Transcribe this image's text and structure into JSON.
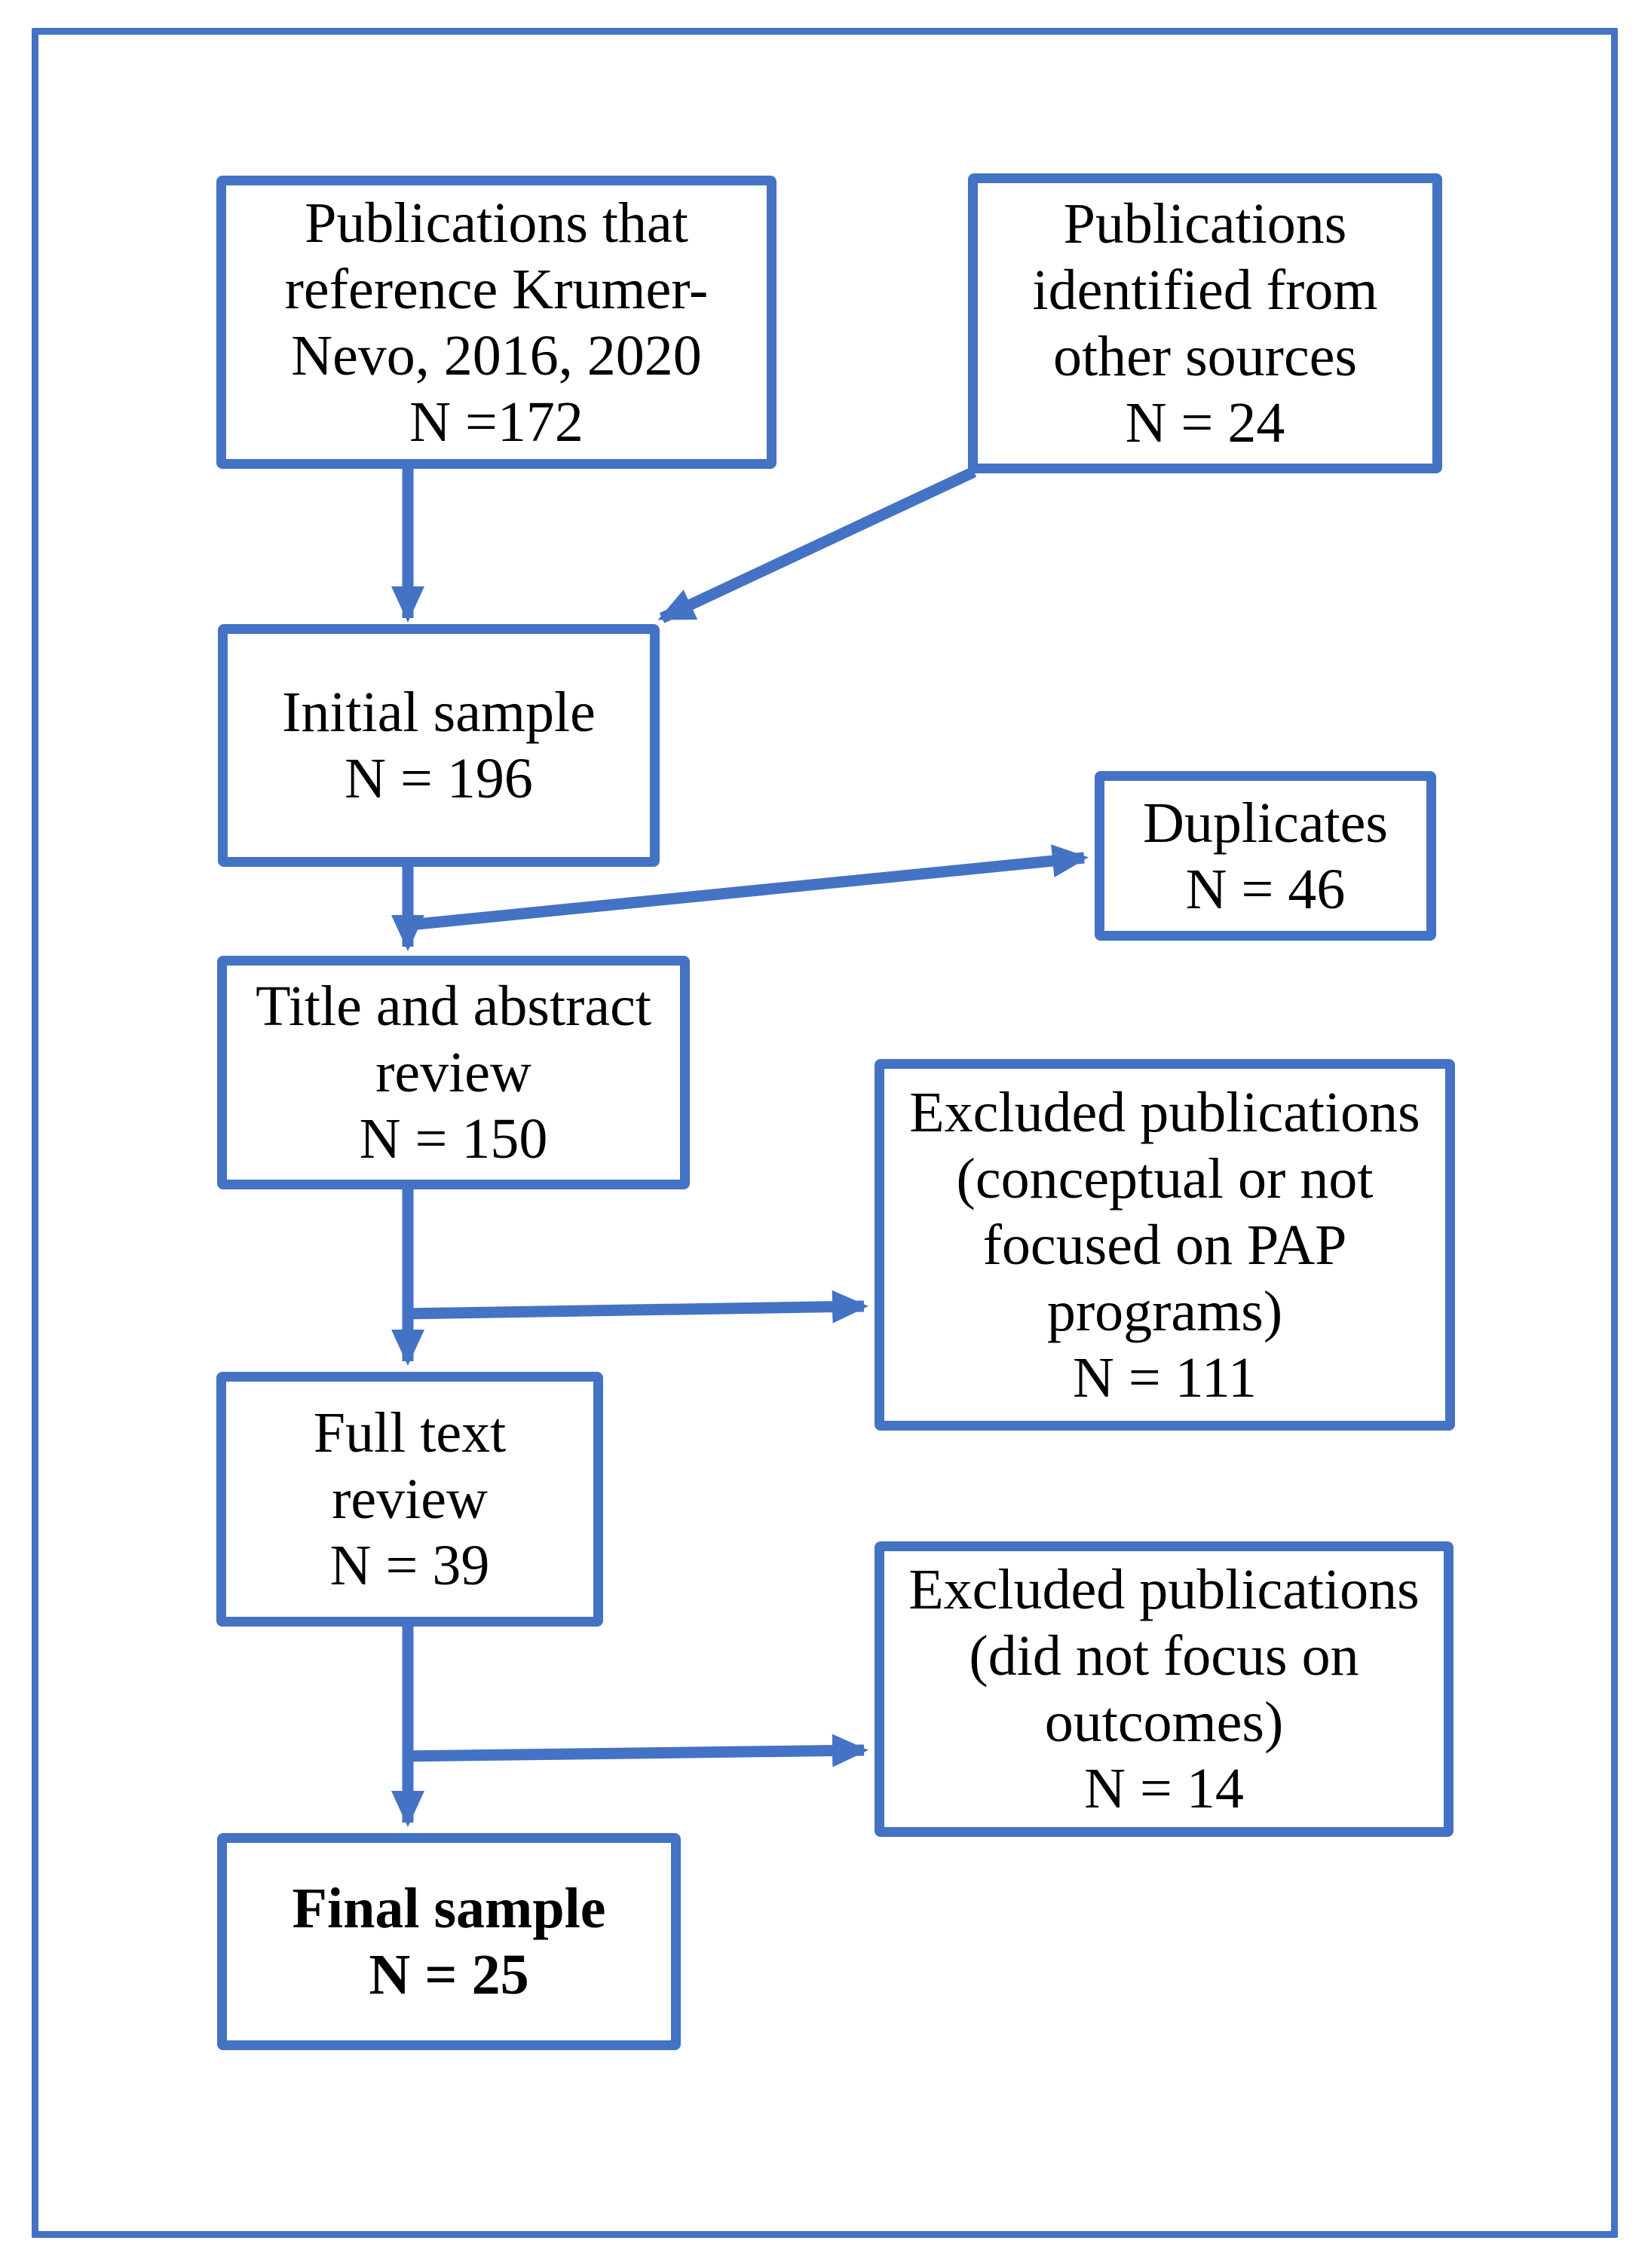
{
  "page": {
    "accent_color": "#4472C4",
    "background_color": "#ffffff",
    "text_color": "#000000",
    "type": "flow-diagram"
  },
  "boxes": {
    "source_publications": {
      "lines": [
        "Publications that",
        "reference Krumer-",
        "Nevo, 2016, 2020",
        "N =172"
      ],
      "n": 172
    },
    "other_sources": {
      "lines": [
        "Publications",
        "identified from",
        "other sources",
        "N = 24"
      ],
      "n": 24
    },
    "initial_sample": {
      "lines": [
        "Initial sample",
        "N = 196"
      ],
      "n": 196
    },
    "duplicates": {
      "lines": [
        "Duplicates",
        "N = 46"
      ],
      "n": 46
    },
    "title_abstract_review": {
      "lines": [
        "Title and abstract",
        "review",
        "N = 150"
      ],
      "n": 150
    },
    "excluded_conceptual": {
      "lines": [
        "Excluded publications",
        "(conceptual or not",
        "focused on PAP",
        "programs)",
        "N = 111"
      ],
      "n": 111
    },
    "full_text_review": {
      "lines": [
        "Full text",
        "review",
        "N = 39"
      ],
      "n": 39
    },
    "excluded_outcomes": {
      "lines": [
        "Excluded publications",
        "(did not focus on",
        "outcomes)",
        "N = 14"
      ],
      "n": 14
    },
    "final_sample": {
      "lines": [
        "Final sample",
        "N = 25"
      ],
      "n": 25
    }
  }
}
